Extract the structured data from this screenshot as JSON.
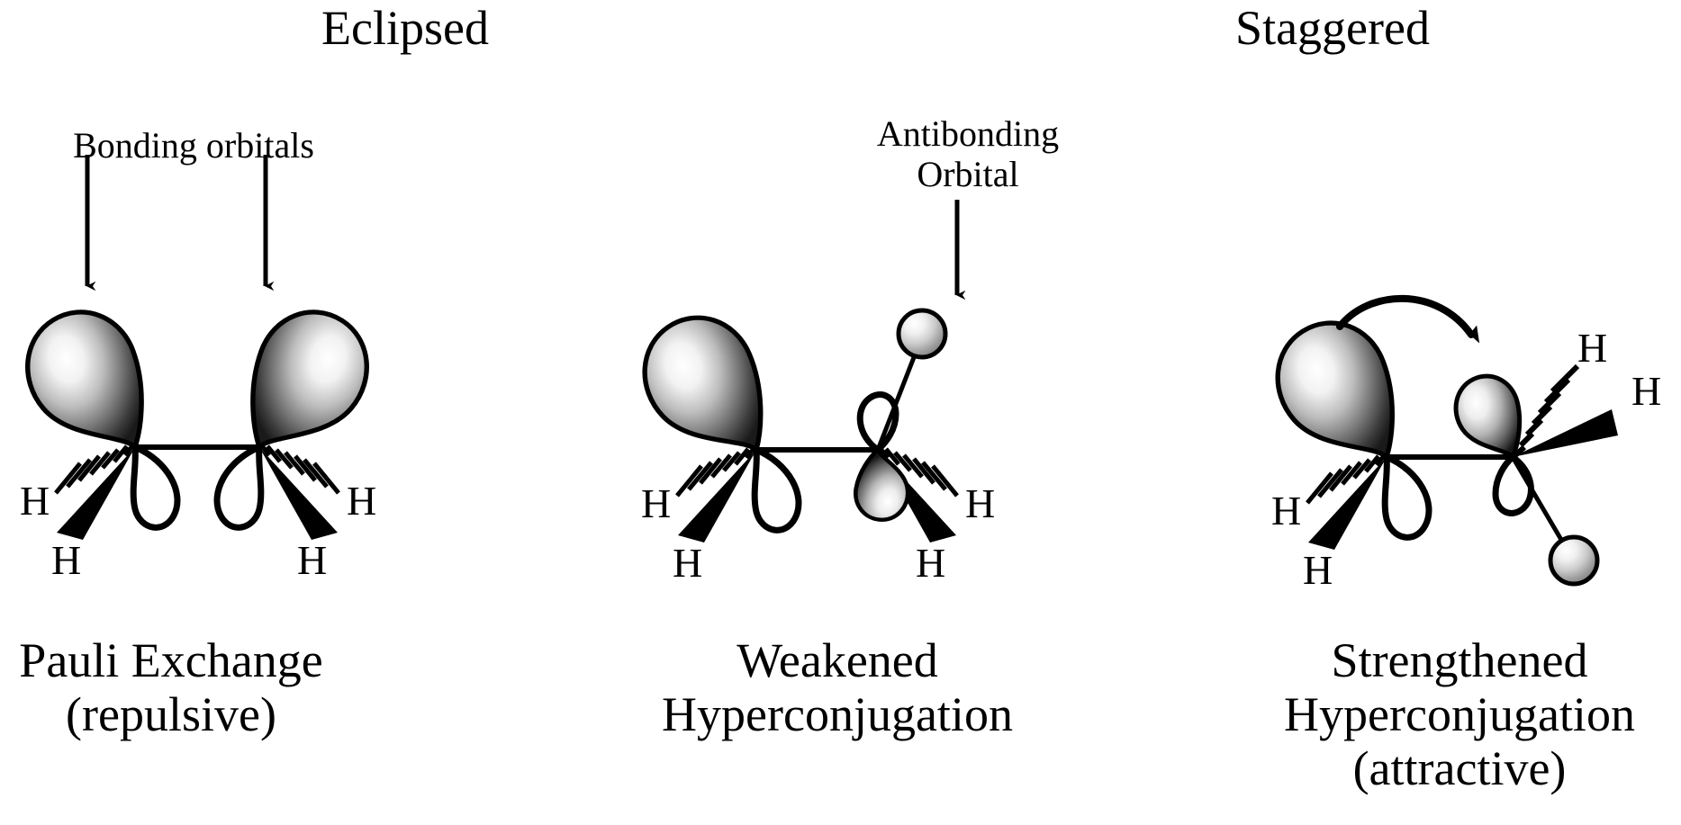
{
  "figure": {
    "background_color": "#ffffff",
    "stroke_color": "#000000",
    "orbital_fill_light": "#ffffff",
    "orbital_fill_mid": "#b8b8b8",
    "orbital_fill_dark": "#2a2a2a"
  },
  "titles": {
    "left": "Eclipsed",
    "right": "Staggered"
  },
  "annotations": {
    "bonding_orbitals": "Bonding orbitals",
    "antibonding_orbital_line1": "Antibonding",
    "antibonding_orbital_line2": "Orbital"
  },
  "captions": {
    "left_line1": "Pauli Exchange",
    "left_line2": "(repulsive)",
    "middle_line1": "Weakened",
    "middle_line2": "Hyperconjugation",
    "right_line1": "Strengthened",
    "right_line2": "Hyperconjugation",
    "right_line3": "(attractive)"
  },
  "atom_labels": {
    "h": "H",
    "panel_left": [
      "H",
      "H",
      "H",
      "H"
    ],
    "panel_middle": [
      "H",
      "H",
      "H",
      "H"
    ],
    "panel_right": [
      "H",
      "H",
      "H",
      "H"
    ]
  },
  "panels": [
    {
      "id": "eclipsed",
      "title": "Eclipsed",
      "caption": "Pauli Exchange (repulsive)",
      "orbitals": [
        "bonding",
        "bonding"
      ],
      "hydrogen_count": 4,
      "spheres": 0,
      "arrows": [
        "down-left-pointer",
        "down-right-pointer"
      ]
    },
    {
      "id": "weakened",
      "title": "",
      "caption": "Weakened Hyperconjugation",
      "orbitals": [
        "bonding",
        "antibonding"
      ],
      "hydrogen_count": 4,
      "spheres": 1,
      "arrows": [
        "down-pointer"
      ]
    },
    {
      "id": "staggered",
      "title": "Staggered",
      "caption": "Strengthened Hyperconjugation (attractive)",
      "orbitals": [
        "bonding",
        "antibonding"
      ],
      "hydrogen_count": 4,
      "spheres": 1,
      "arrows": [
        "curved-donation-arrow"
      ]
    }
  ]
}
